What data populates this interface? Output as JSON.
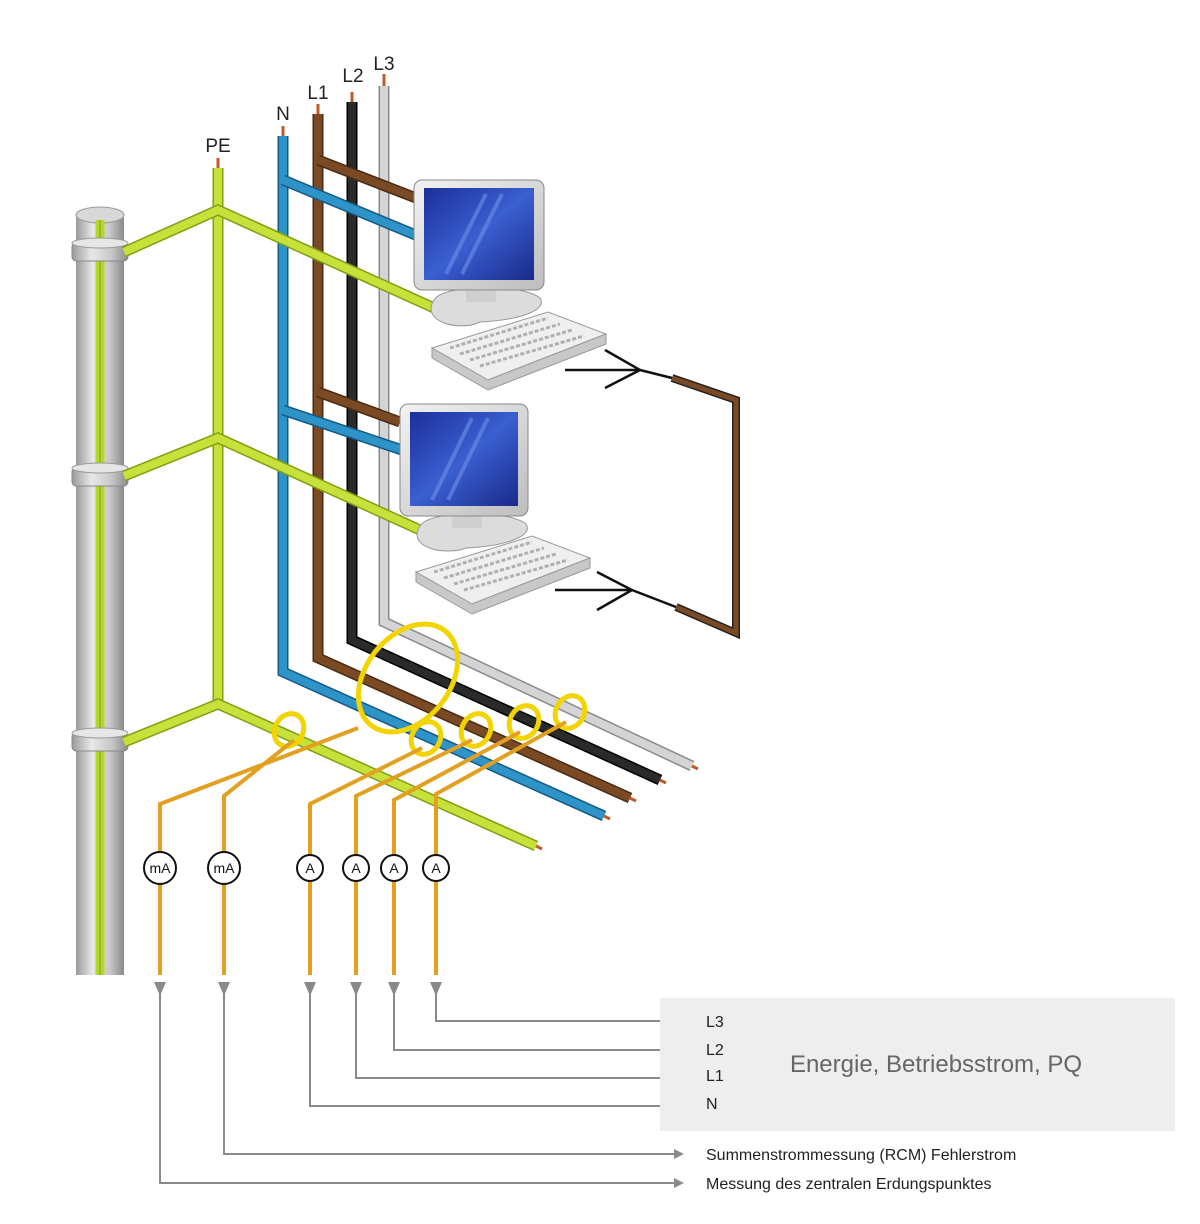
{
  "conductors": {
    "pe": "PE",
    "n": "N",
    "l1": "L1",
    "l2": "L2",
    "l3": "L3"
  },
  "meters": {
    "ma_1": "mA",
    "ma_2": "mA",
    "a_n": "A",
    "a_l1": "A",
    "a_l2": "A",
    "a_l3": "A"
  },
  "panel": {
    "title": "Energie, Betriebsstrom, PQ",
    "inputs": [
      "L3",
      "L2",
      "L1",
      "N"
    ]
  },
  "outputs": {
    "rcm": "Summenstrommessung (RCM) Fehlerstrom",
    "earthing": "Messung des zentralen Erdungspunktes"
  },
  "colors": {
    "pe": "#b5d62c",
    "n": "#2e93c7",
    "l1": "#7a4a24",
    "l2": "#222222",
    "l3": "#c4c4c4",
    "sensor": "#f2d400",
    "signal": "#e3a020",
    "arrow": "#8a8a8a",
    "panel": "#eeeeee"
  }
}
